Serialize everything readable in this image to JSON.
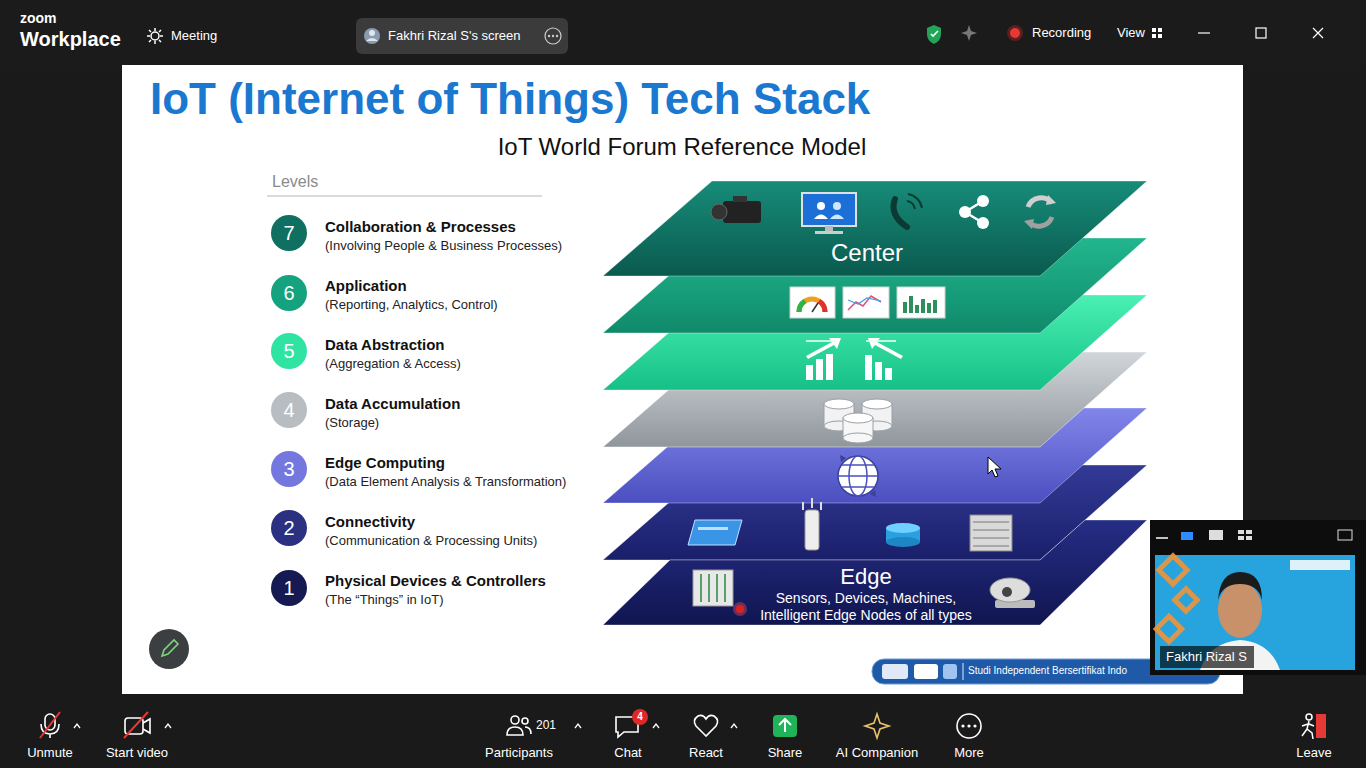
{
  "diagram": {
    "title": "IoT (Internet of Things) Tech Stack",
    "nodes": [
      {
        "text": [
          "7"
        ]
      },
      {
        "text": [
          "6"
        ]
      },
      {
        "text": [
          "5"
        ]
      },
      {
        "text": [
          "4"
        ]
      },
      {
        "text": [
          "3"
        ]
      },
      {
        "text": [
          "2"
        ]
      },
      {
        "text": [
          "1"
        ]
      },
      {
        "text": [
          "Center"
        ]
      },
      {
        "text": [
          "Edge",
          "Sensors, Devices, Machines, Intelligent Edge Nodes of all types"
        ]
      }
    ],
    "labels": [
      "zoom",
      "Workplace",
      "Meeting",
      "Fakhri Rizal S's screen",
      "Recording",
      "View",
      "IoT World Forum Reference Model",
      "Levels",
      "Collaboration & Processes",
      "(Involving People & Business Processes)",
      "Application",
      "(Reporting, Analytics, Control)",
      "Data Abstraction",
      "(Aggregation & Access)",
      "Data Accumulation",
      "(Storage)",
      "Edge Computing",
      "(Data Element Analysis & Transformation)",
      "Connectivity",
      "(Communication & Processing Units)",
      "Physical Devices & Controllers",
      "(The “Things” in IoT)",
      "Studi Independent Bersertifikat Indo",
      "Fakhri Rizal S",
      "Unmute",
      "Start video",
      "201",
      "Participants",
      "4",
      "Chat",
      "React",
      "Share",
      "AI Companion",
      "More",
      "Leave"
    ]
  }
}
